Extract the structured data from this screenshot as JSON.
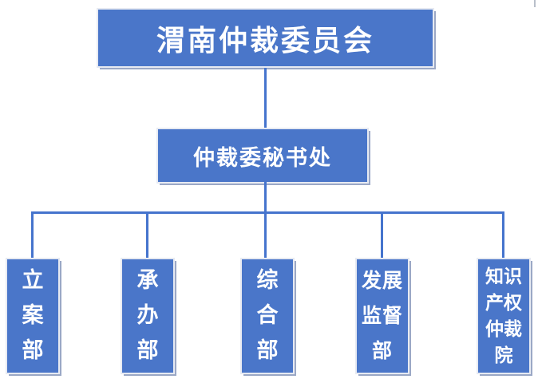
{
  "chart": {
    "root": {
      "label": "渭南仲裁委员会"
    },
    "secretariat": {
      "label": "仲裁委秘书处"
    },
    "departments": [
      {
        "label": "立案部",
        "display": "立\n案\n部"
      },
      {
        "label": "承办部",
        "display": "承\n办\n部"
      },
      {
        "label": "综合部",
        "display": "综\n合\n部"
      },
      {
        "label": "发展监督部",
        "display": "发展\n监督\n部"
      },
      {
        "label": "知识产权仲裁院",
        "display": "知识\n产权\n仲裁\n院"
      }
    ],
    "colors": {
      "box_fill": "#4a76c9",
      "connector": "#4574cd",
      "border": "#e7eaf2",
      "shadow": "#9ba8c6",
      "text": "#ffffff"
    }
  }
}
